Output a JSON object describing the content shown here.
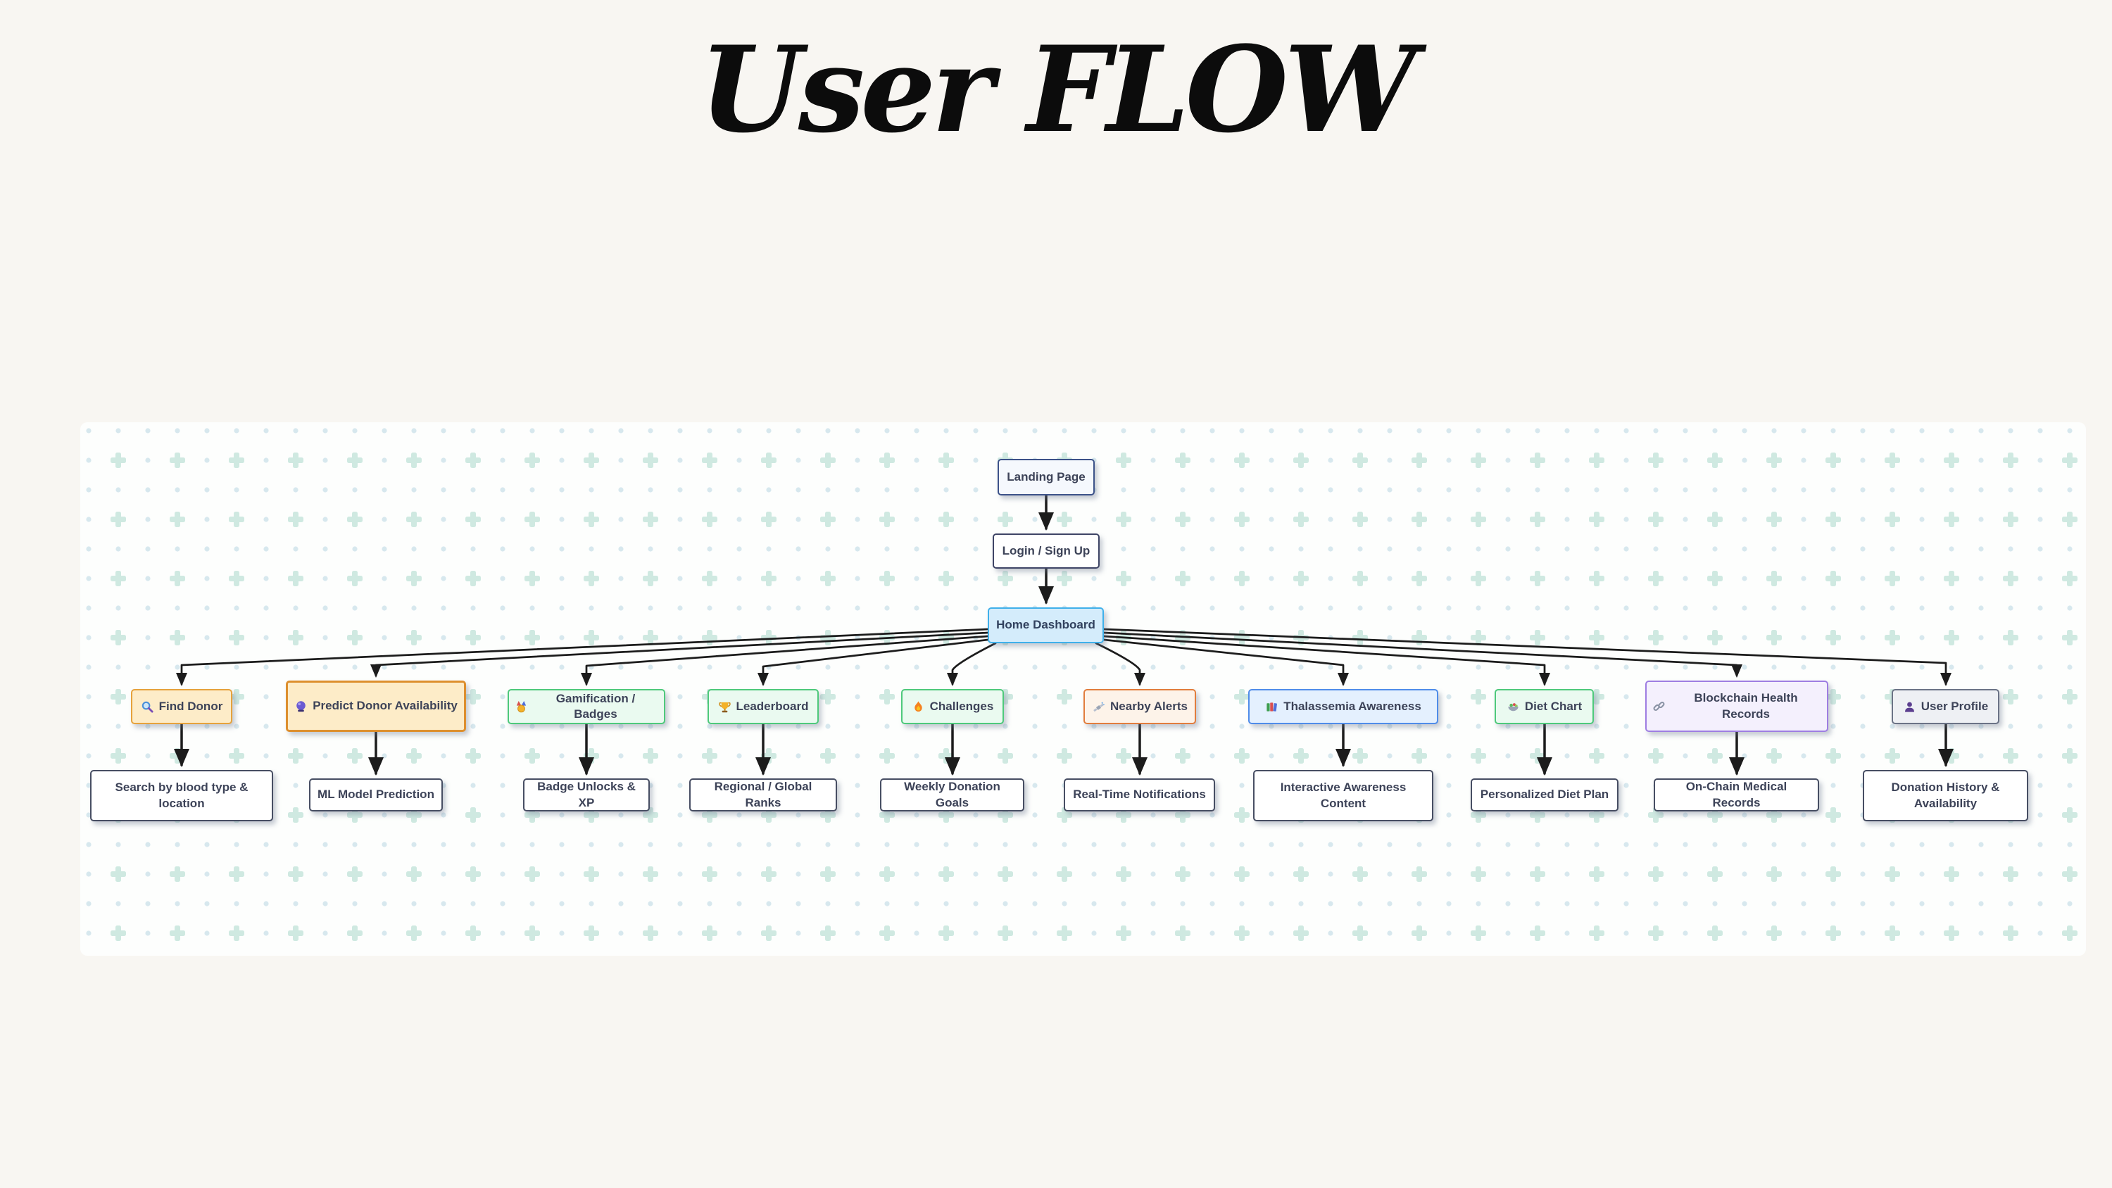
{
  "title": "User FLOW",
  "colors": {
    "page_bg": "#f8f6f2",
    "canvas_bg": "#fdfefd",
    "pattern_plus": "#cfe9e1",
    "pattern_dot": "#d7e8ee",
    "edge": "#1c1c1c",
    "node_text": "#3d4358",
    "landing_fill": "#f5f8fd",
    "landing_border": "#3c5289",
    "login_fill": "#ffffff",
    "login_border": "#3f4566",
    "home_fill": "#d4ecfb",
    "home_border": "#3fb0ea",
    "yellow_fill": "#fdecc8",
    "yellow_border": "#e6a23c",
    "green_fill": "#eafaf0",
    "green_border": "#4ec97b",
    "orange_fill": "#fdf3e9",
    "orange_border": "#e17d3d",
    "blue_fill": "#e4f0fe",
    "blue_border": "#4f8ce9",
    "purple_fill": "#f4f0fd",
    "purple_border": "#9e7de2",
    "gray_fill": "#eef0f4",
    "gray_border": "#6b7386",
    "child_fill": "#ffffff",
    "child_border": "#474e63"
  },
  "flow": {
    "top": {
      "landing": {
        "label": "Landing Page"
      },
      "login": {
        "label": "Login / Sign Up"
      },
      "home": {
        "label": "Home Dashboard"
      }
    },
    "categories": [
      {
        "icon": "magnifier",
        "label": "Find Donor",
        "style": "yellow"
      },
      {
        "icon": "crystal-ball",
        "label": "Predict Donor Availability",
        "style": "yellow"
      },
      {
        "icon": "medal",
        "label": "Gamification / Badges",
        "style": "green"
      },
      {
        "icon": "trophy",
        "label": "Leaderboard",
        "style": "green"
      },
      {
        "icon": "fire",
        "label": "Challenges",
        "style": "green"
      },
      {
        "icon": "satellite",
        "label": "Nearby Alerts",
        "style": "orange"
      },
      {
        "icon": "books",
        "label": "Thalassemia Awareness",
        "style": "blue"
      },
      {
        "icon": "salad",
        "label": "Diet Chart",
        "style": "green"
      },
      {
        "icon": "link",
        "label": "Blockchain Health Records",
        "style": "purple"
      },
      {
        "icon": "person",
        "label": "User Profile",
        "style": "gray"
      }
    ],
    "children": [
      {
        "label": "Search by blood type & location"
      },
      {
        "label": "ML Model Prediction"
      },
      {
        "label": "Badge Unlocks & XP"
      },
      {
        "label": "Regional / Global Ranks"
      },
      {
        "label": "Weekly Donation Goals"
      },
      {
        "label": "Real-Time Notifications"
      },
      {
        "label": "Interactive Awareness Content"
      },
      {
        "label": "Personalized Diet Plan"
      },
      {
        "label": "On-Chain Medical Records"
      },
      {
        "label": "Donation History & Availability"
      }
    ]
  }
}
